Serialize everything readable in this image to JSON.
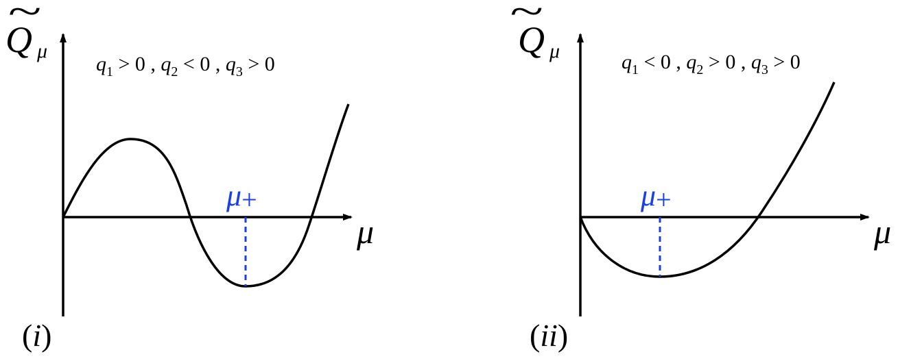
{
  "colors": {
    "axis": "#000000",
    "curve": "#000000",
    "marker": "#1a3fe6"
  },
  "panels": [
    {
      "id": "i",
      "panel_label": "(i)",
      "panel_label_base": "(",
      "panel_label_roman": "i",
      "panel_label_close": ")",
      "y_axis_label": "Q",
      "y_axis_tilde": "~",
      "y_axis_subscript": "μ",
      "x_axis_label": "μ",
      "condition": {
        "var": "q",
        "i1": "1",
        "rel1": " > 0 , ",
        "i2": "2",
        "rel2": " < 0 , ",
        "i3": "3",
        "rel3": " > 0"
      },
      "marker_label": "μ",
      "marker_subscript": "+"
    },
    {
      "id": "ii",
      "panel_label": "(ii)",
      "panel_label_base": "(",
      "panel_label_roman": "ii",
      "panel_label_close": ")",
      "y_axis_label": "Q",
      "y_axis_tilde": "~",
      "y_axis_subscript": "μ",
      "x_axis_label": "μ",
      "condition": {
        "var": "q",
        "i1": "1",
        "rel1": " < 0 , ",
        "i2": "2",
        "rel2": " > 0 , ",
        "i3": "3",
        "rel3": " > 0"
      },
      "marker_label": "μ",
      "marker_subscript": "+"
    }
  ]
}
